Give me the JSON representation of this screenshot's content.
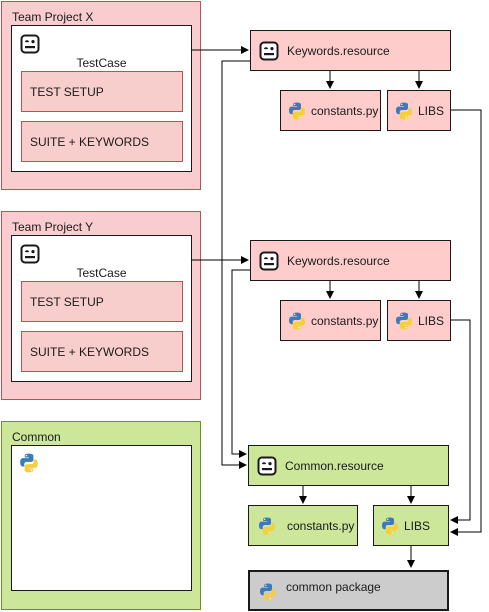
{
  "groups": {
    "project_x": {
      "title": "Team Project X",
      "testcase_label": "TestCase",
      "steps": [
        "TEST SETUP",
        "SUITE + KEYWORDS"
      ]
    },
    "project_y": {
      "title": "Team Project Y",
      "testcase_label": "TestCase",
      "steps": [
        "TEST SETUP",
        "SUITE + KEYWORDS"
      ]
    },
    "common": {
      "title": "Common"
    }
  },
  "nodes": {
    "keywords_x": "Keywords.resource",
    "constants_x": "constants.py",
    "libs_x": "LIBS",
    "keywords_y": "Keywords.resource",
    "constants_y": "constants.py",
    "libs_y": "LIBS",
    "common_resource": "Common.resource",
    "constants_common": "constants.py",
    "libs_common": "LIBS",
    "common_package": "common package"
  },
  "icons": {
    "robot": "robot-framework-icon",
    "python": "python-icon"
  },
  "colors": {
    "project_fill": "#f9cccf",
    "project_stroke": "#b85450",
    "step_fill": "#f8cecc",
    "resource_fill": "#ffcccc",
    "common_fill": "#cce69a",
    "package_fill": "#cccccc",
    "edge": "#000000"
  }
}
